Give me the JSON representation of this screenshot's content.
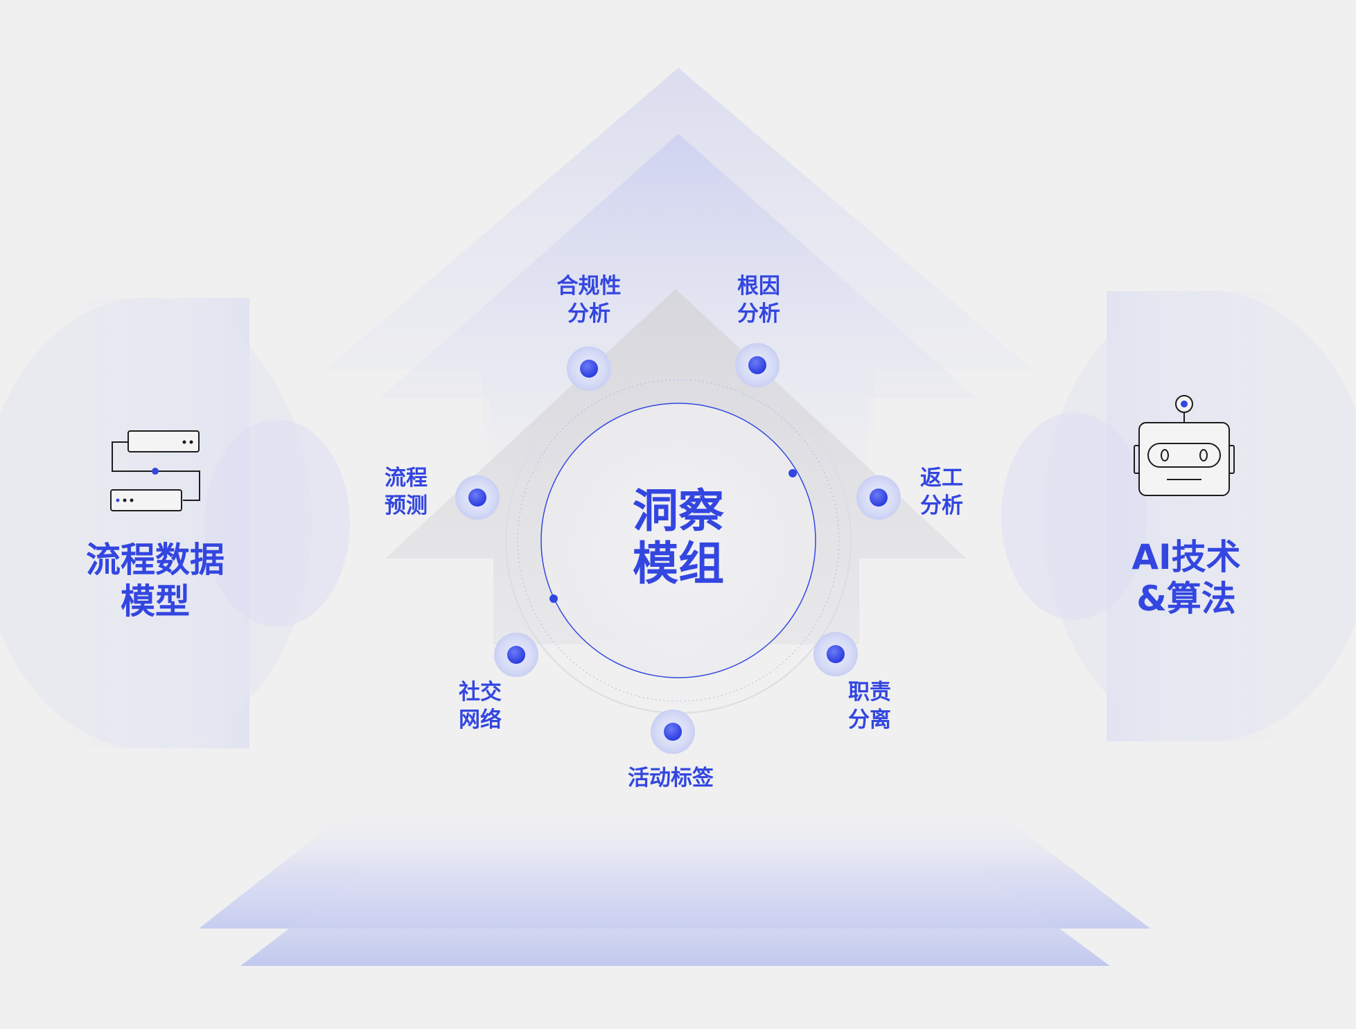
{
  "diagram": {
    "center": {
      "line1": "洞察",
      "line2": "模组"
    },
    "left_pillar": {
      "icon": "process-flow-icon",
      "line1": "流程数据",
      "line2": "模型"
    },
    "right_pillar": {
      "icon": "robot-icon",
      "line1": "AI技术",
      "line2": "&算法"
    },
    "nodes": [
      {
        "id": "compliance",
        "line1": "合规性",
        "line2": "分析"
      },
      {
        "id": "root-cause",
        "line1": "根因",
        "line2": "分析"
      },
      {
        "id": "rework",
        "line1": "返工",
        "line2": "分析"
      },
      {
        "id": "segregation",
        "line1": "职责",
        "line2": "分离"
      },
      {
        "id": "activity-tag",
        "line1": "活动标签",
        "line2": ""
      },
      {
        "id": "social-network",
        "line1": "社交",
        "line2": "网络"
      },
      {
        "id": "process-prediction",
        "line1": "流程",
        "line2": "预测"
      }
    ],
    "colors": {
      "accent": "#3346e0",
      "background": "#f0f0f0",
      "arrow_tint": "#c5cbf0",
      "node_halo": "#d7dcf6"
    }
  }
}
